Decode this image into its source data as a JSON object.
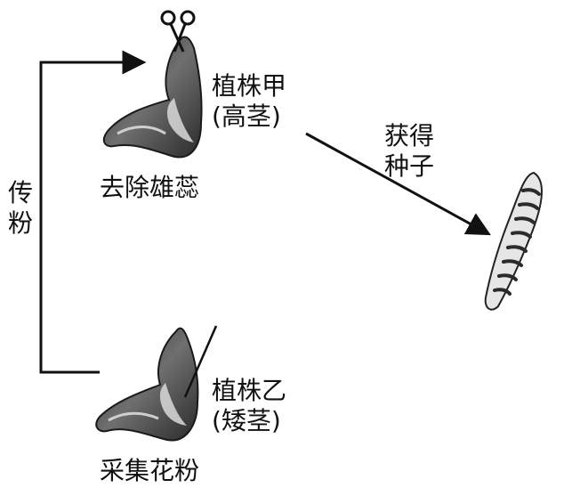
{
  "labels": {
    "plant_a_name": "植株甲",
    "plant_a_trait": "(高茎)",
    "plant_a_action": "去除雄蕊",
    "plant_b_name": "植株乙",
    "plant_b_trait": "(矮茎)",
    "plant_b_action": "采集花粉",
    "pollination_char1": "传",
    "pollination_char2": "粉",
    "result_line1": "获得",
    "result_line2": "种子"
  },
  "colors": {
    "ink": "#111111",
    "flower_dark": "#3a3a3a",
    "flower_mid": "#7a7a7a",
    "flower_light": "#d9d9d9"
  },
  "icons": {
    "plant_a": "emasculated-flower-icon",
    "plant_b": "pollen-flower-icon",
    "scissors": "scissors-icon",
    "seed_pod": "seed-pod-icon"
  }
}
